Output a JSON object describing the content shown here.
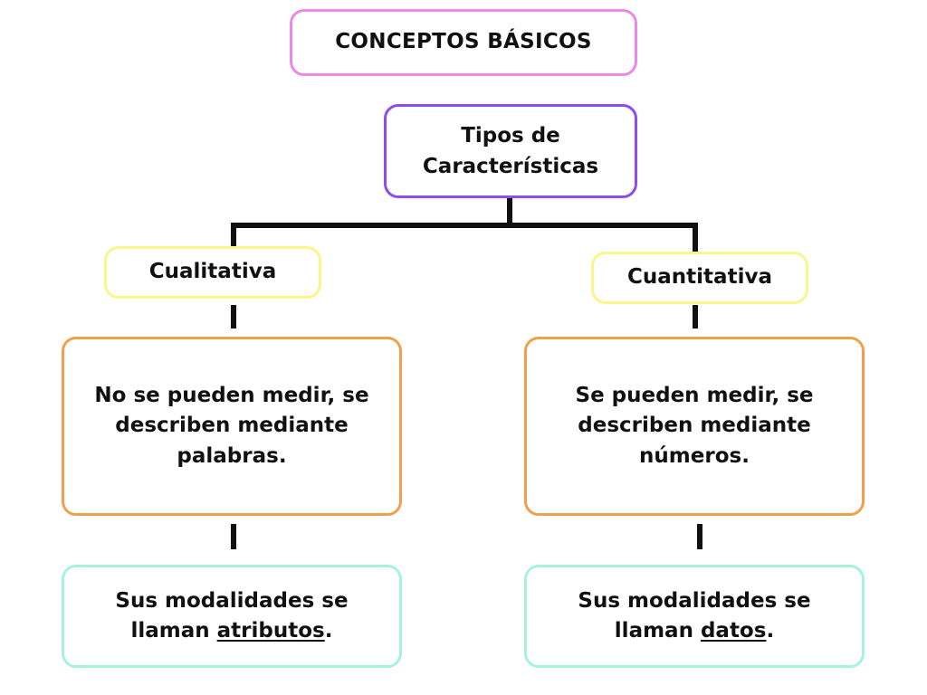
{
  "title": "CONCEPTOS BÁSICOS",
  "root": "Tipos de Características",
  "branches": {
    "left": {
      "label": "Cualitativa",
      "description": "No se pueden medir, se describen mediante palabras.",
      "modalities_prefix": "Sus modalidades se llaman ",
      "modalities_term": "atributos",
      "modalities_suffix": "."
    },
    "right": {
      "label": "Cuantitativa",
      "description": "Se pueden medir, se describen mediante números.",
      "modalities_prefix": "Sus modalidades se llaman ",
      "modalities_term": "datos",
      "modalities_suffix": "."
    }
  },
  "colors": {
    "title_border": "#ea8ae8",
    "root_border": "#8e4cf0",
    "branch_border": "#fbf58c",
    "description_border": "#f0a04a",
    "modalities_border": "#a6f3dd",
    "connector": "#111111"
  }
}
